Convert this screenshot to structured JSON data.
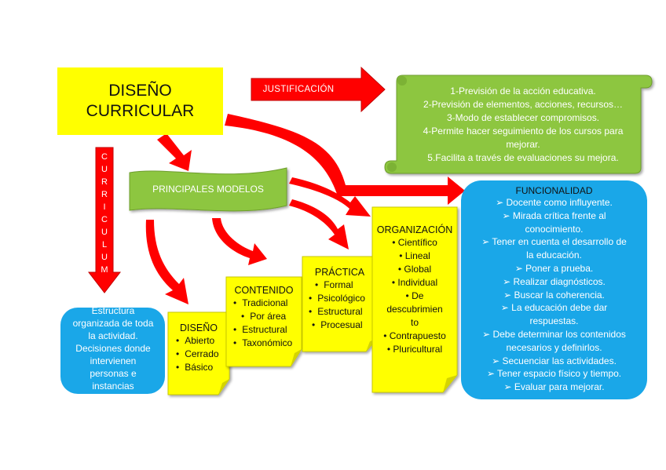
{
  "title": {
    "line1": "DISEÑO",
    "line2": "CURRICULAR"
  },
  "justification": {
    "label": "JUSTIFICACIÓN",
    "items": [
      "1-Previsión de la acción educativa.",
      "2-Previsión de elementos, acciones, recursos…",
      "3-Modo de establecer compromisos.",
      "4-Permite hacer seguimiento de los cursos para mejorar.",
      "5.Facilita a través de evaluaciones su mejora."
    ]
  },
  "curriculum": {
    "letters": [
      "C",
      "U",
      "R",
      "R",
      "I",
      "C",
      "U",
      "L",
      "U",
      "M"
    ]
  },
  "models": {
    "label": "PRINCIPALES MODELOS"
  },
  "structure": {
    "text_lines": [
      "Estructura",
      "organizada de toda",
      "la actividad.",
      "Decisiones  donde",
      "intervienen",
      "personas e",
      "instancias"
    ]
  },
  "diseno": {
    "title": "DISEÑO",
    "items": [
      "Abierto",
      "Cerrado",
      "Básico"
    ]
  },
  "contenido": {
    "title": "CONTENIDO",
    "items": [
      "Tradicional",
      "Por área",
      "Estructural",
      "Taxonómico"
    ]
  },
  "practica": {
    "title": "PRÁCTICA",
    "items": [
      "Formal",
      "Psicológico",
      "Estructural",
      "Procesual"
    ]
  },
  "organizacion": {
    "title": "ORGANIZACIÓN",
    "items": [
      "Científico",
      "Lineal",
      "Global",
      "Individual",
      "De descubrimiento",
      "Contrapuesto",
      "Pluricultural"
    ],
    "descubrimiento_lines": [
      "De",
      "descubrimien",
      "to"
    ]
  },
  "funcionalidad": {
    "title": "FUNCIONALIDAD",
    "bullet": "➢",
    "lines": [
      "Docente como influyente.",
      "Mirada crítica frente al",
      "conocimiento.",
      "Tener en cuenta el desarrollo de",
      "la educación.",
      "Poner a prueba.",
      "Realizar diagnósticos.",
      "Buscar la coherencia.",
      "La educación debe dar",
      "respuestas.",
      "Debe determinar los contenidos",
      "necesarios y definirlos.",
      "Secuenciar las actividades.",
      "Tener espacio físico y tiempo.",
      "Evaluar para mejorar."
    ]
  },
  "colors": {
    "yellow": "#ffff00",
    "red": "#ff0000",
    "green": "#8dc63f",
    "blue": "#1aa7e8",
    "white": "#ffffff"
  }
}
